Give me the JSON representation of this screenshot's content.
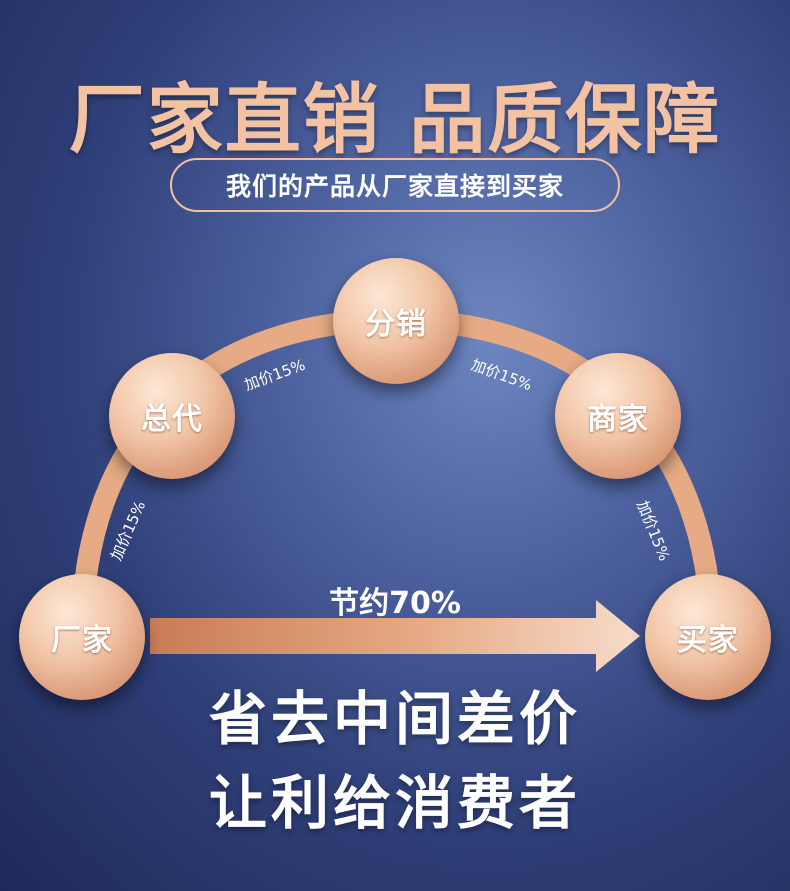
{
  "header": {
    "title": "厂家直销 品质保障",
    "subtitle": "我们的产品从厂家直接到买家"
  },
  "diagram": {
    "nodes": {
      "factory": "厂家",
      "agent": "总代",
      "distributor": "分销",
      "merchant": "商家",
      "buyer": "买家"
    },
    "markups": [
      "加价15%",
      "加价15%",
      "加价15%",
      "加价15%"
    ],
    "saving": "节约70%"
  },
  "slogan": {
    "line1": "省去中间差价",
    "line2": "让利给消费者"
  },
  "colors": {
    "accent": "#f2c2a2",
    "arc": "#e6aa84",
    "background": "#2f3f78"
  }
}
